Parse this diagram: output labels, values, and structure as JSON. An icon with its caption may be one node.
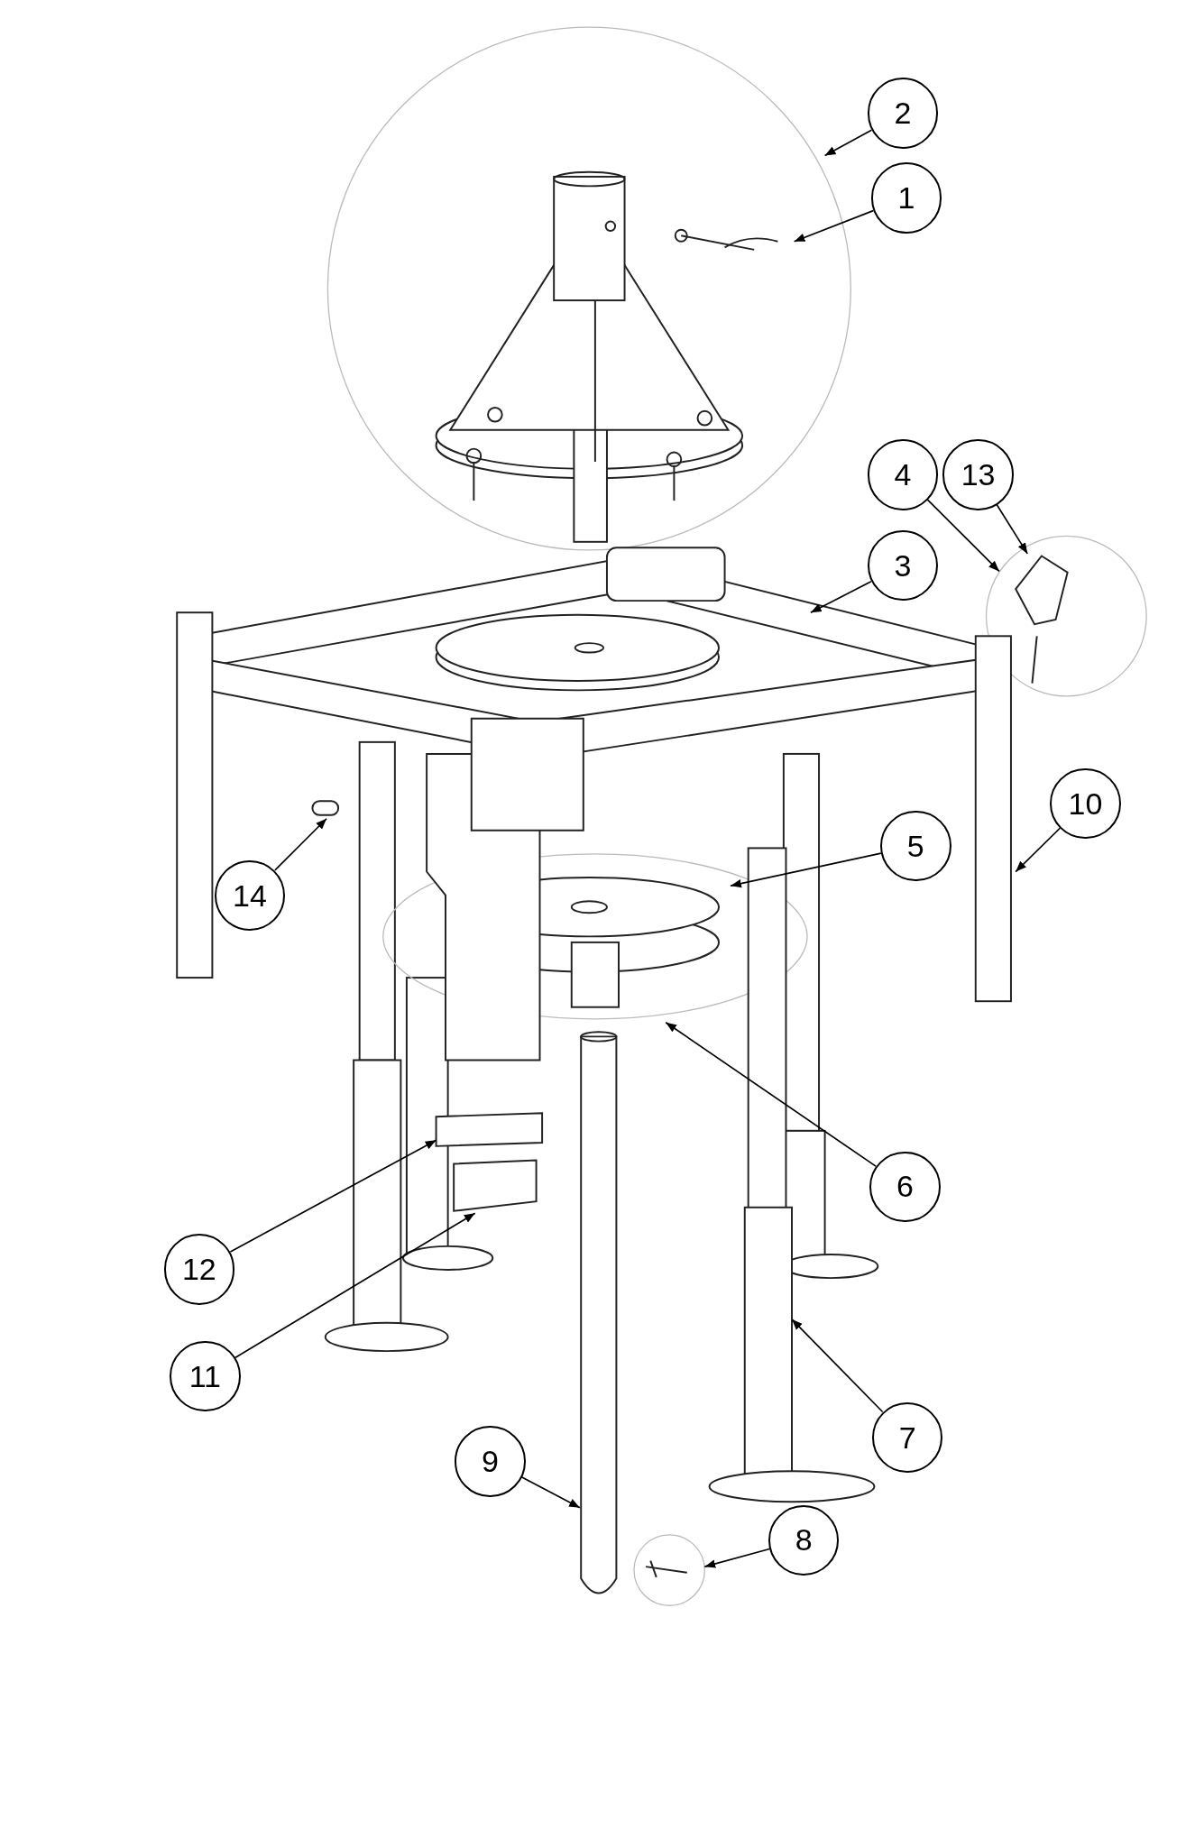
{
  "diagram": {
    "nodes": [
      {
        "text": [
          "2"
        ]
      },
      {
        "text": [
          "1"
        ]
      },
      {
        "text": [
          "4"
        ]
      },
      {
        "text": [
          "13"
        ]
      },
      {
        "text": [
          "3"
        ]
      },
      {
        "text": [
          "10"
        ]
      },
      {
        "text": [
          "5"
        ]
      },
      {
        "text": [
          "14"
        ]
      },
      {
        "text": [
          "6"
        ]
      },
      {
        "text": [
          "12"
        ]
      },
      {
        "text": [
          "11"
        ]
      },
      {
        "text": [
          "7"
        ]
      },
      {
        "text": [
          "9"
        ]
      },
      {
        "text": [
          "8"
        ]
      }
    ],
    "edges": [
      {
        "from": 0,
        "to": null,
        "arrow": "to"
      },
      {
        "from": 1,
        "to": null,
        "arrow": "to"
      },
      {
        "from": 2,
        "to": null,
        "arrow": "to"
      },
      {
        "from": 3,
        "to": null,
        "arrow": "to"
      },
      {
        "from": 4,
        "to": null,
        "arrow": "to"
      },
      {
        "from": 5,
        "to": null,
        "arrow": "to"
      },
      {
        "from": 6,
        "to": null,
        "arrow": "to"
      },
      {
        "from": 7,
        "to": null,
        "arrow": "to"
      },
      {
        "from": 8,
        "to": null,
        "arrow": "to"
      },
      {
        "from": 9,
        "to": null,
        "arrow": "to"
      },
      {
        "from": 10,
        "to": null,
        "arrow": "to"
      },
      {
        "from": 11,
        "to": null,
        "arrow": "to"
      },
      {
        "from": 12,
        "to": null,
        "arrow": "to"
      },
      {
        "from": 13,
        "to": null,
        "arrow": "to"
      }
    ]
  }
}
